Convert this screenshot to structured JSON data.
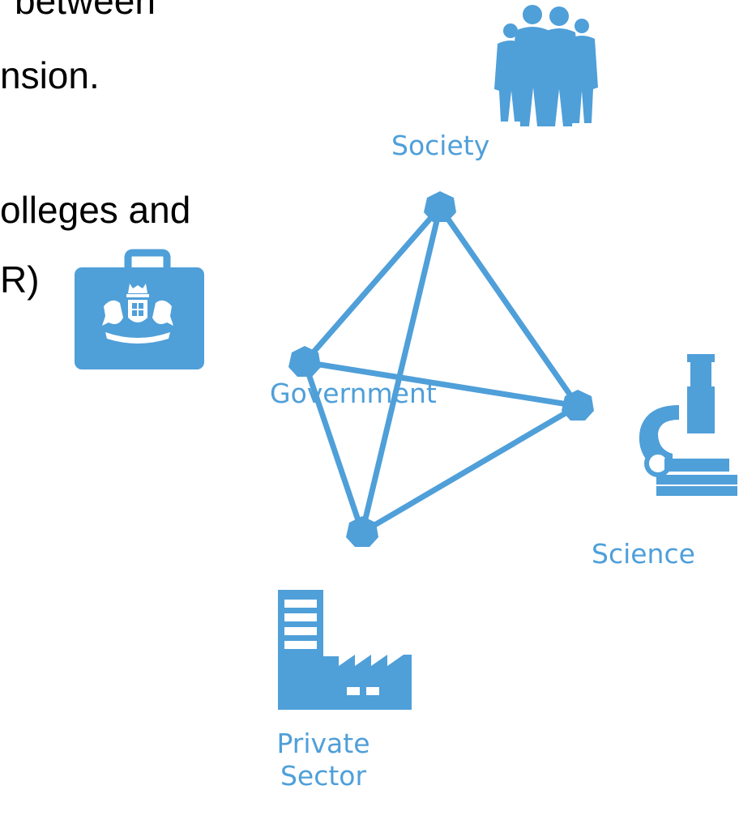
{
  "text": {
    "line1": "between",
    "line2": "nsion.",
    "line3": "olleges and",
    "line4": "R)"
  },
  "nodes": {
    "society": {
      "label": "Society",
      "icon": "people-icon"
    },
    "government": {
      "label": "Government",
      "icon": "briefcase-crest-icon"
    },
    "science": {
      "label": "Science",
      "icon": "microscope-icon"
    },
    "private_sector": {
      "label_line1": "Private",
      "label_line2": "Sector",
      "icon": "factory-icon"
    }
  },
  "colors": {
    "accent": "#4f9fd9",
    "text": "#000000"
  }
}
